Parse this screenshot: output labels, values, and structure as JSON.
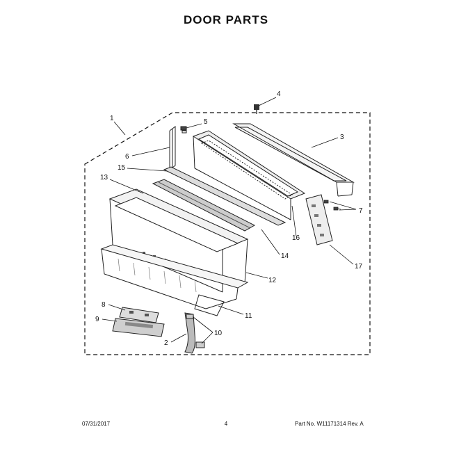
{
  "page": {
    "title": "DOOR PARTS"
  },
  "callouts": [
    "1",
    "2",
    "3",
    "4",
    "5",
    "6",
    "7",
    "8",
    "9",
    "10",
    "11",
    "12",
    "13",
    "14",
    "15",
    "16",
    "17"
  ],
  "footer": {
    "date": "07/31/2017",
    "page_number": "4",
    "part_no": "Part No.  W11171314   Rev. A"
  }
}
